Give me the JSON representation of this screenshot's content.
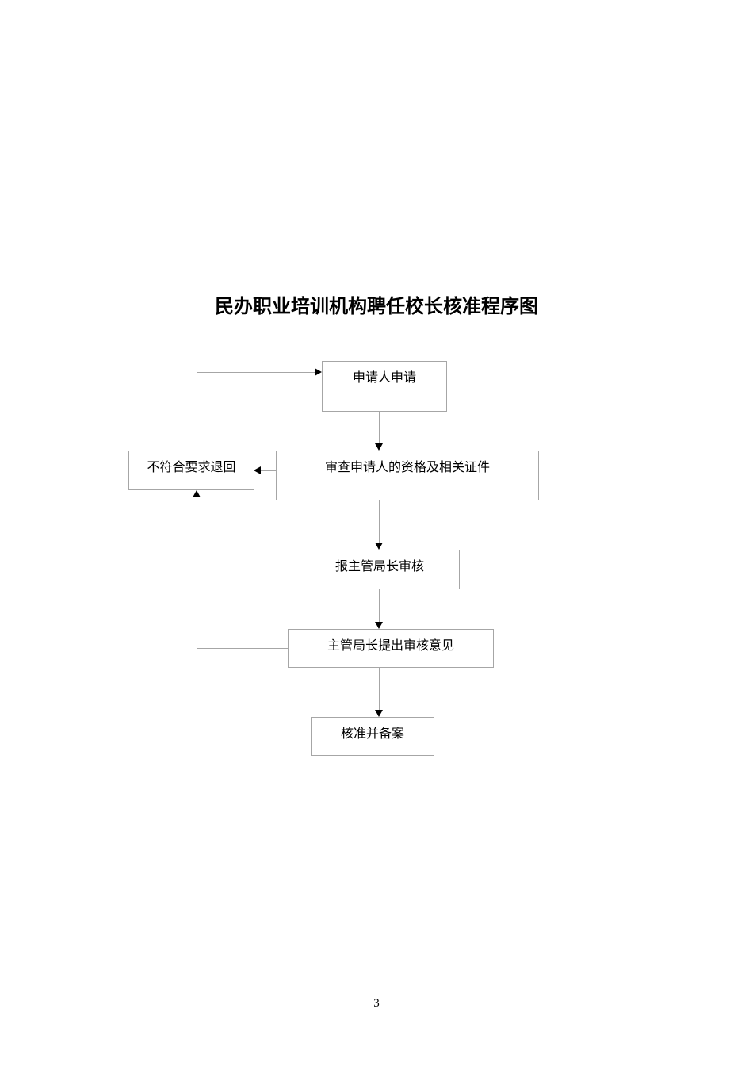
{
  "diagram": {
    "title": "民办职业培训机构聘任校长核准程序图",
    "nodes": [
      {
        "id": "applicant-apply",
        "label": "申请人申请"
      },
      {
        "id": "review-qualifications",
        "label": "审查申请人的资格及相关证件"
      },
      {
        "id": "return-not-qualified",
        "label": "不符合要求退回"
      },
      {
        "id": "report-to-director",
        "label": "报主管局长审核"
      },
      {
        "id": "director-review-opinion",
        "label": "主管局长提出审核意见"
      },
      {
        "id": "approve-and-file",
        "label": "核准并备案"
      }
    ],
    "edges": [
      {
        "from": "applicant-apply",
        "to": "review-qualifications"
      },
      {
        "from": "review-qualifications",
        "to": "return-not-qualified"
      },
      {
        "from": "review-qualifications",
        "to": "report-to-director"
      },
      {
        "from": "report-to-director",
        "to": "director-review-opinion"
      },
      {
        "from": "director-review-opinion",
        "to": "approve-and-file"
      },
      {
        "from": "director-review-opinion",
        "to": "return-not-qualified"
      },
      {
        "from": "return-not-qualified",
        "to": "applicant-apply"
      }
    ],
    "colors": {
      "box_border": "#a6a6a6",
      "connector_line": "#a6a6a6",
      "arrowhead": "#000000",
      "text": "#000000",
      "background": "#ffffff"
    }
  },
  "page": {
    "number": "3"
  }
}
